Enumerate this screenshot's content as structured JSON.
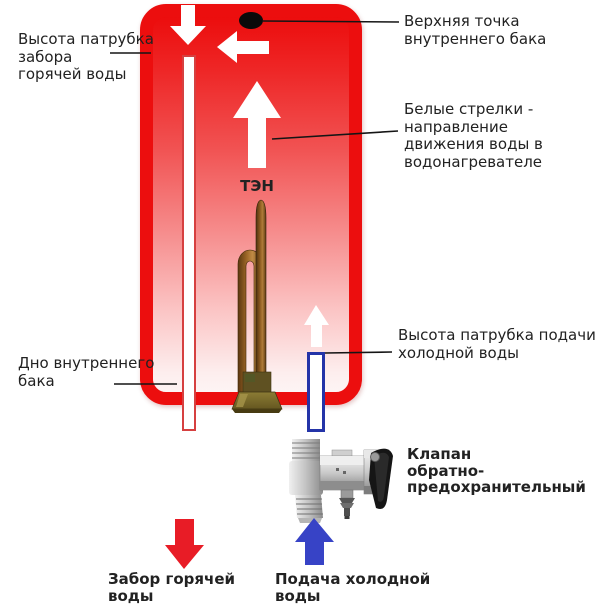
{
  "colors": {
    "tank_red": "#ec0e0e",
    "hot_arrow_red": "#e81c26",
    "cold_arrow_blue": "#3743c6",
    "cold_pipe_blue": "#2434a8",
    "hot_pipe_outline": "#d64040",
    "flow_arrow_white": "#ffffff",
    "leader_line_black": "#151515",
    "text_color": "#222222"
  },
  "labels": {
    "hot_outlet_height": {
      "lines": [
        "Высота патрубка",
        "забора",
        "горячей воды"
      ]
    },
    "top_point": {
      "lines": [
        "Верхняя точка",
        "внутреннего бака"
      ]
    },
    "white_arrows_note": {
      "lines": [
        "Белые стрелки -",
        "направление",
        "движения воды в",
        "водонагревателе"
      ]
    },
    "heating_element": "ТЭН",
    "cold_inlet_height": {
      "lines": [
        "Высота патрубка подачи",
        "холодной воды"
      ]
    },
    "tank_bottom": {
      "lines": [
        "Дно внутреннего",
        "бака"
      ]
    },
    "safety_valve": {
      "lines": [
        "Клапан",
        "обратно-",
        "предохранительный"
      ]
    },
    "hot_water_intake": {
      "lines": [
        "Забор горячей",
        "воды"
      ]
    },
    "cold_water_supply": {
      "lines": [
        "Подача холодной",
        "воды"
      ]
    }
  }
}
